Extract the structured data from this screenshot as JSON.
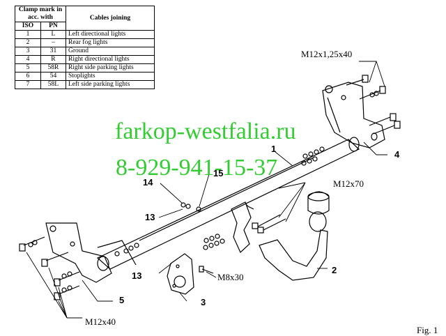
{
  "table": {
    "header_clamp": "Clamp mark in acc. with",
    "header_cables": "Cables joining",
    "col_iso": "ISO",
    "col_pn": "PN",
    "rows": [
      {
        "iso": "1",
        "pn": "L",
        "desc": "Left directional lights"
      },
      {
        "iso": "2",
        "pn": "–",
        "desc": "Rear fog lights"
      },
      {
        "iso": "3",
        "pn": "31",
        "desc": "Ground"
      },
      {
        "iso": "4",
        "pn": "R",
        "desc": "Right directional lights"
      },
      {
        "iso": "5",
        "pn": "58R",
        "desc": "Right side parking lights"
      },
      {
        "iso": "6",
        "pn": "54",
        "desc": "Stoplights"
      },
      {
        "iso": "7",
        "pn": "58L",
        "desc": "Left side parking lights"
      }
    ]
  },
  "watermark": {
    "site": "farkop-westfalia.ru",
    "phone": "8-929-941-15-37",
    "color": "#33cc33"
  },
  "labels": {
    "bolt_top": "M12x1,25x40",
    "bolt_ball": "M12x70",
    "bolt_mid": "M8x30",
    "bolt_bottom": "M12x40",
    "fig": "Fig. 1"
  },
  "part_numbers": {
    "p1": "1",
    "p2": "2",
    "p3": "3",
    "p4": "4",
    "p5": "5",
    "p13a": "13",
    "p13b": "13",
    "p14": "14",
    "p15": "15"
  }
}
